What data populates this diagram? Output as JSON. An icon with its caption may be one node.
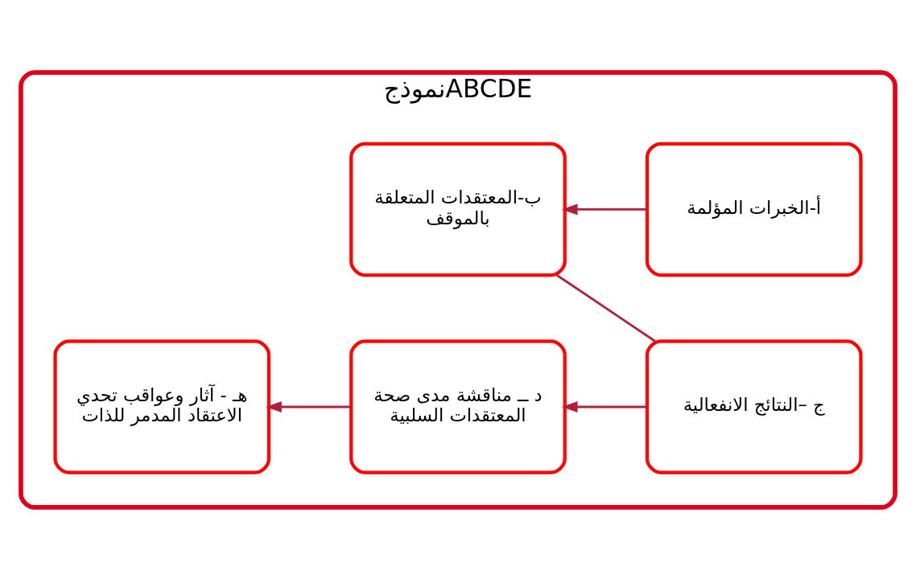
{
  "diagram": {
    "nodes": [
      {
        "text": [
          "نموذجABCDE"
        ]
      },
      {
        "text": [
          "أ-الخبرات المؤلمة"
        ],
        "in": 0
      },
      {
        "text": [
          "ب-المعتقدات المتعلقة بالموقف"
        ],
        "in": 0
      },
      {
        "text": [
          "ج –النتائج الانفعالية"
        ],
        "in": 0
      },
      {
        "text": [
          "د ــ مناقشة مدى صحة المعتقدات السلبية"
        ],
        "in": 0
      },
      {
        "text": [
          "هـ - آثار وعواقب تحدي الاعتقاد المدمر للذات"
        ],
        "in": 0
      }
    ],
    "edges": [
      {
        "from": 1,
        "to": 2,
        "arrow": "to"
      },
      {
        "from": 3,
        "to": 2,
        "arrow": "none"
      },
      {
        "from": 3,
        "to": 4,
        "arrow": "to"
      },
      {
        "from": 4,
        "to": 5,
        "arrow": "to"
      }
    ]
  }
}
